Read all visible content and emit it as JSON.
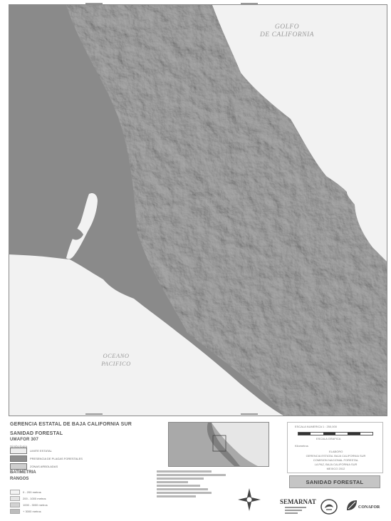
{
  "map": {
    "gulf_label": [
      "GOLFO",
      "DE CALIFORNIA"
    ],
    "ocean_label": [
      "OCEANO",
      "PACIFICO"
    ]
  },
  "legend": {
    "org": "GERENCIA ESTATAL DE BAJA CALIFORNIA SUR",
    "title": "SANIDAD FORESTAL",
    "subtitle": "UMAFOR 307",
    "small": "Simbologia",
    "items": [
      {
        "label": "LIMITE ESTATAL",
        "color": "#ededed"
      },
      {
        "label": "PRESENCIA DE PLAGAS FORESTALES",
        "color": "#8f8f8f"
      },
      {
        "label": "ZONAS ARBOLADAS",
        "color": "#cfcfcf"
      }
    ],
    "bathymetry": "BATIMETRIA",
    "ranges_title": "RANGOS",
    "ranges": [
      {
        "label": "0 - 200 metros",
        "color": "#f4f4f4"
      },
      {
        "label": "200 - 1000 metros",
        "color": "#e4e4e4"
      },
      {
        "label": "1000 - 3000 metros",
        "color": "#d2d2d2"
      },
      {
        "label": "+ 3000 metros",
        "color": "#bdbdbd"
      }
    ]
  },
  "scale": {
    "numeric": "ESCALA NUMERICA   1 : 250,000",
    "graphic": "ESCALA GRAFICA",
    "units": "Kilometros"
  },
  "credits": {
    "elaboro": "ELABORO",
    "lines": [
      "GERENCIA ESTATAL BAJA CALIFORNIA SUR",
      "COMISION NACIONAL FORESTAL",
      "LA PAZ, BAJA CALIFORNIA SUR",
      "MEXICO 2012"
    ]
  },
  "map_title": "SANIDAD FORESTAL",
  "logos": {
    "semarnat": "SEMARNAT",
    "conafor": "CONAFOR"
  }
}
